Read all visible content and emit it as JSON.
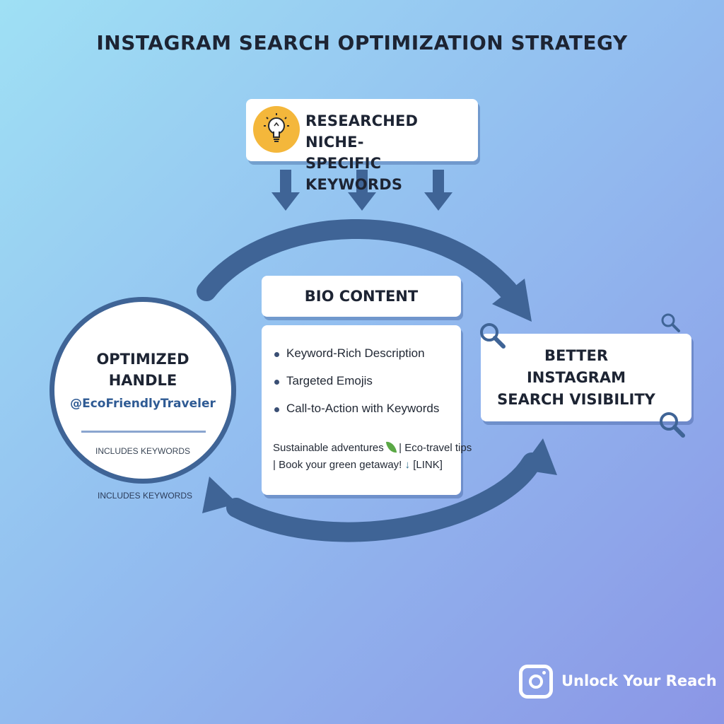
{
  "title": "INSTAGRAM SEARCH OPTIMIZATION STRATEGY",
  "keywords_box": {
    "icon": "lightbulb-icon",
    "line1": "RESEARCHED NICHE-",
    "line2": "SPECIFIC KEYWORDS"
  },
  "handle": {
    "title_line1": "OPTIMIZED",
    "title_line2": "HANDLE",
    "name": "@EcoFriendlyTraveler",
    "inner_note": "INCLUDES KEYWORDS",
    "outer_note": "INCLUDES KEYWORDS"
  },
  "bio": {
    "heading": "BIO CONTENT",
    "bullets": [
      "Keyword-Rich Description",
      "Targeted Emojis",
      "Call-to-Action with Keywords"
    ],
    "sample_part1": "Sustainable adventures",
    "sample_part2": "| Eco-travel tips",
    "sample_part3": "| Book your green getaway!",
    "sample_part4": "↓",
    "sample_part5": "[LINK]",
    "sample_emoji": "leaf-emoji"
  },
  "visibility": {
    "line1": "BETTER",
    "line2": "INSTAGRAM",
    "line3": "SEARCH VISIBILITY",
    "icons": [
      "magnifier-icon",
      "magnifier-icon",
      "magnifier-icon"
    ]
  },
  "brand": {
    "logo": "instagram-logo-icon",
    "text": "Unlock Your Reach"
  },
  "colors": {
    "arrow": "#3f6496",
    "accent_bulb": "#f4b73b",
    "text_dark": "#1d2433",
    "handle_blue": "#2f5b94"
  }
}
